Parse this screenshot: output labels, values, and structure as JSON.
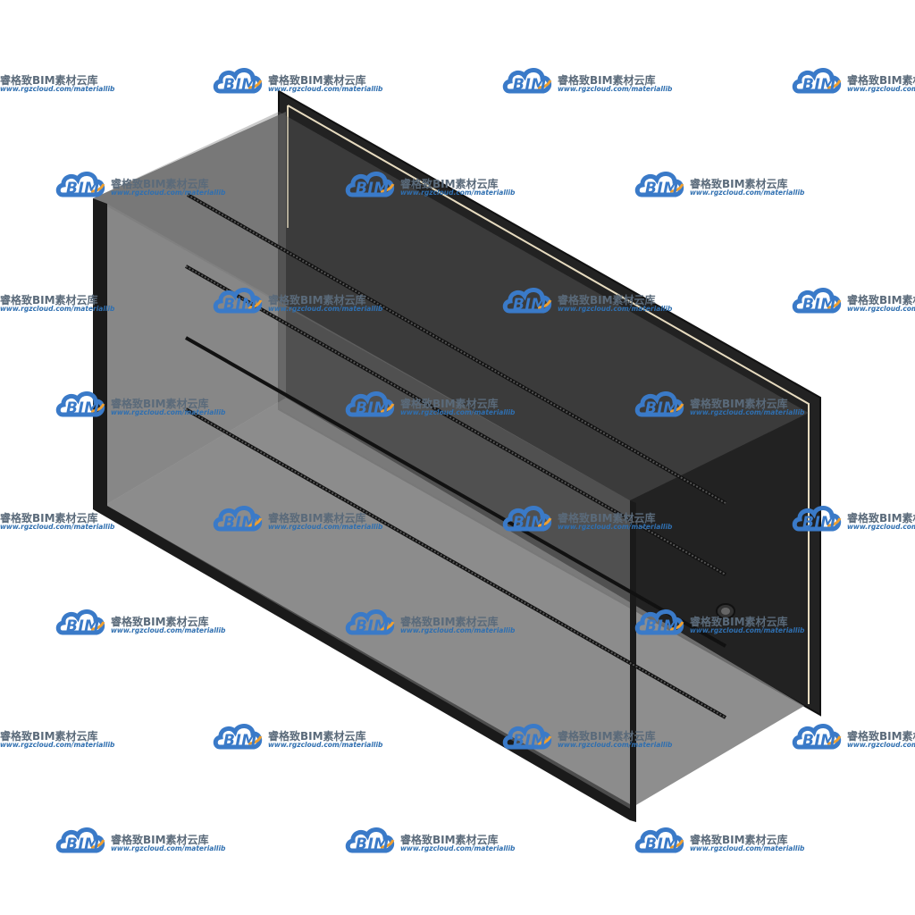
{
  "watermark": {
    "logo_text": "BIM",
    "brand_text": "睿格致BIM素材云库",
    "url_text": "www.rgzcloud.com/materiallib",
    "logo_color": "#3a7ac8",
    "accent_color": "#f0a030"
  },
  "model": {
    "description_icon": "air-duct-damper-3d-icon",
    "frame_color": "#1a1a1a",
    "panel_color": "#2a2a2a",
    "glass_color": "#8a8a8a",
    "highlight_color": "#e8dcc0"
  }
}
